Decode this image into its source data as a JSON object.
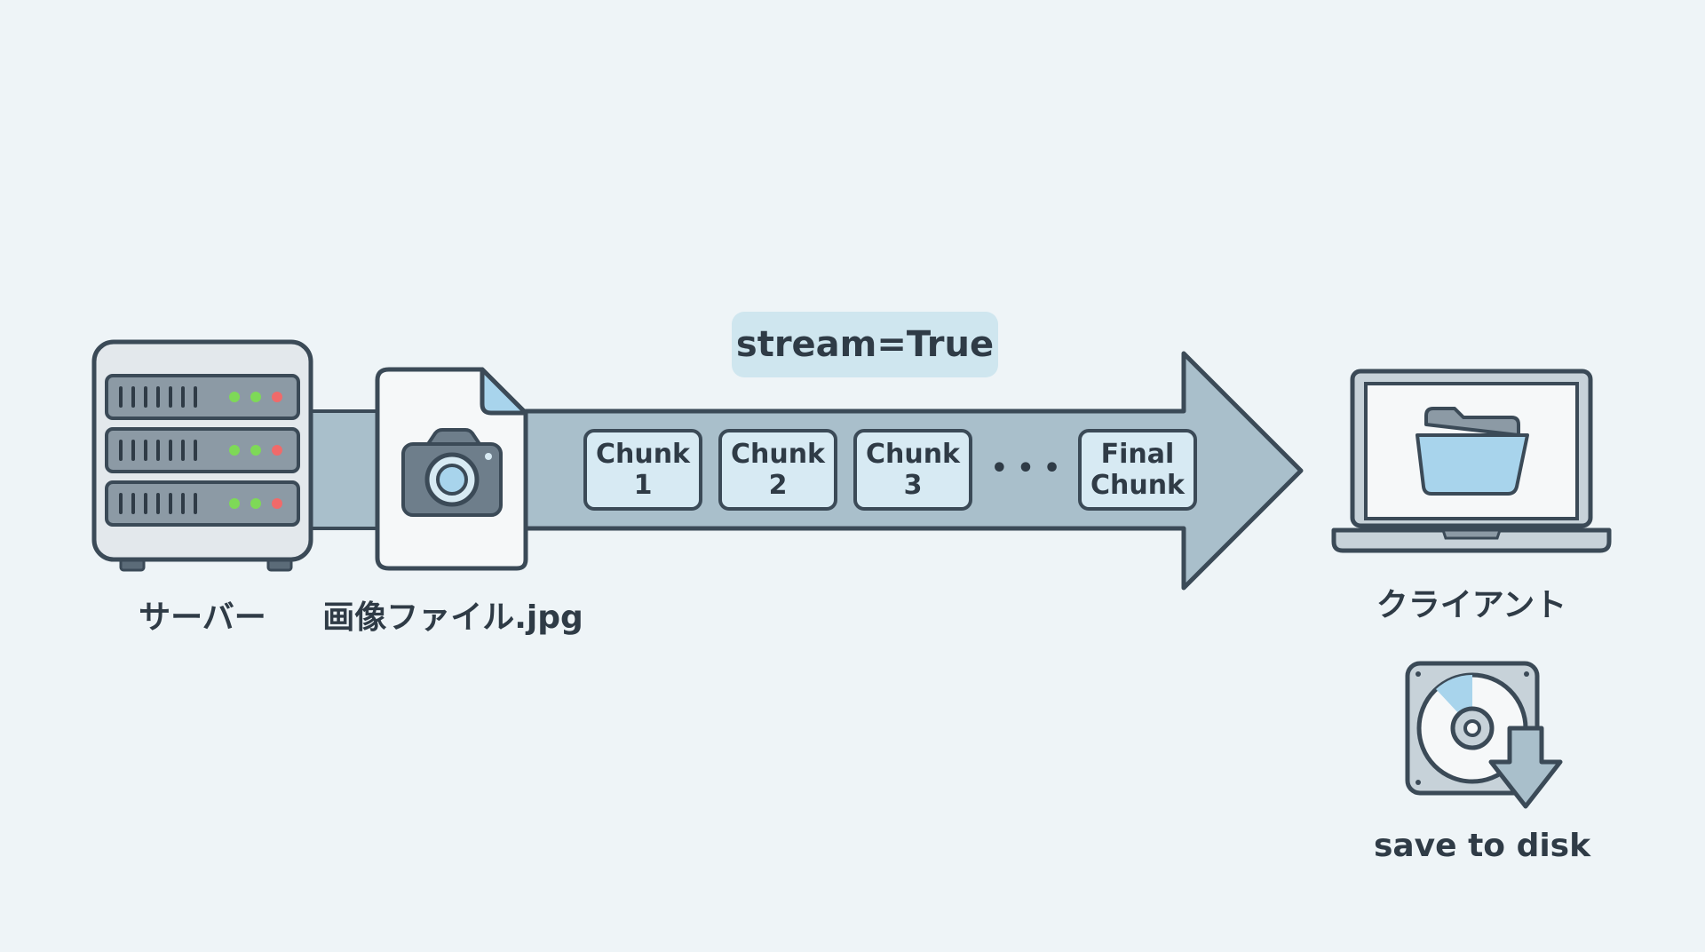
{
  "stream_param": "stream=True",
  "server": {
    "label": "サーバー"
  },
  "file": {
    "label": "画像ファイル.jpg"
  },
  "chunks": [
    {
      "line1": "Chunk",
      "line2": "1"
    },
    {
      "line1": "Chunk",
      "line2": "2"
    },
    {
      "line1": "Chunk",
      "line2": "3"
    }
  ],
  "ellipsis": "• • •",
  "final_chunk": {
    "line1": "Final",
    "line2": "Chunk"
  },
  "client": {
    "label": "クライアント"
  },
  "disk": {
    "label": "save to disk"
  },
  "icons": {
    "server": "server-rack-icon",
    "file": "image-file-icon",
    "camera": "camera-icon",
    "laptop": "laptop-icon",
    "folder": "folder-icon",
    "disk": "hard-disk-icon",
    "download": "download-arrow-icon"
  },
  "colors": {
    "background": "#eef4f7",
    "arrow_fill": "#a9bfcb",
    "outline": "#3b4a57",
    "chunk_fill": "#d7eaf3",
    "badge_fill": "#cfe6ef",
    "led_green": "#7ed957",
    "led_red": "#f06a6a",
    "folder_fill": "#a8d4ec"
  }
}
